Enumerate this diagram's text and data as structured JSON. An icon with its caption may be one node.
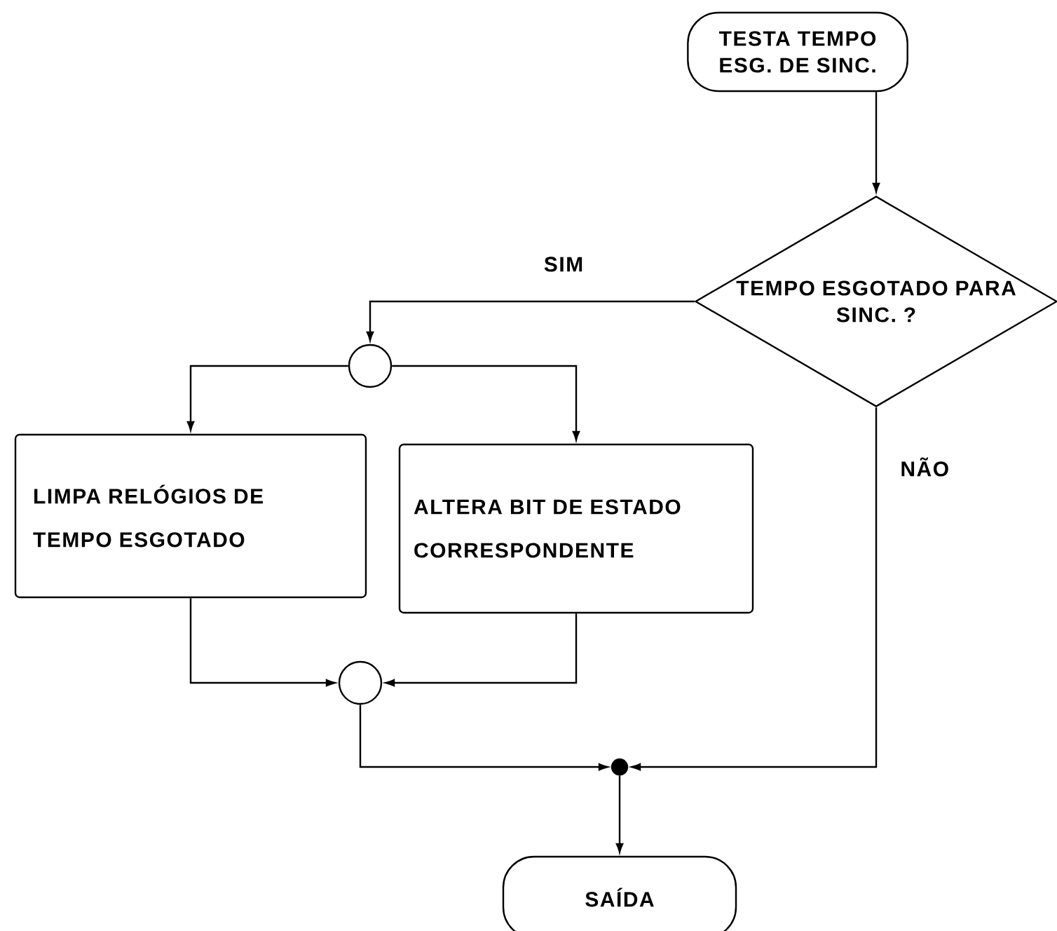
{
  "diagram": {
    "nodes": [
      {
        "text": [
          "TESTA TEMPO ESG. DE SINC."
        ]
      },
      {
        "text": [
          "TEMPO ESGOTADO PARA SINC. ?"
        ]
      },
      {
        "text": [],
        "shape": "circle"
      },
      {
        "text": [
          "LIMPA RELÓGIOS DE TEMPO ESGOTADO"
        ]
      },
      {
        "text": [
          "ALTERA BIT DE ESTADO CORRESPONDENTE"
        ]
      },
      {
        "text": [],
        "shape": "circle"
      },
      {
        "text": [],
        "shape": "dot"
      },
      {
        "text": [
          "SAÍDA"
        ]
      }
    ],
    "edges": [
      {
        "from": 0,
        "to": 1,
        "arrow": "to"
      },
      {
        "from": 1,
        "to": 2,
        "arrow": "to",
        "label": "SIM"
      },
      {
        "from": 2,
        "to": 3,
        "arrow": "to"
      },
      {
        "from": 2,
        "to": 4,
        "arrow": "to"
      },
      {
        "from": 3,
        "to": 5,
        "arrow": "to"
      },
      {
        "from": 4,
        "to": 5,
        "arrow": "to"
      },
      {
        "from": 5,
        "to": 6,
        "arrow": "to"
      },
      {
        "from": 1,
        "to": 6,
        "arrow": "to",
        "label": "NÃO"
      },
      {
        "from": 6,
        "to": 7,
        "arrow": "to"
      }
    ]
  }
}
